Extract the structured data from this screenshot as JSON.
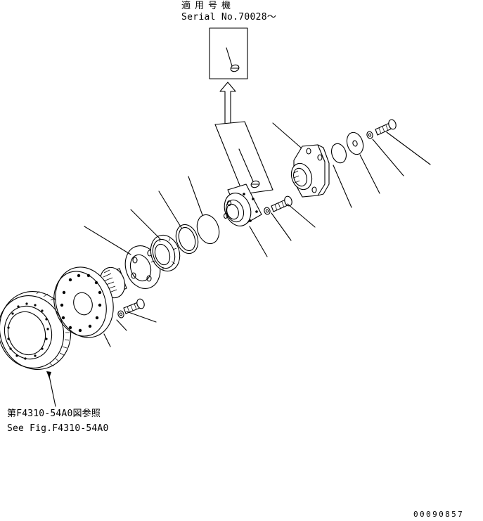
{
  "header": {
    "serial_title": "適用号機",
    "serial_number": "Serial No.70028～"
  },
  "reference": {
    "jp": "第F4310-54A0図参照",
    "en": "See Fig.F4310-54A0"
  },
  "footer": {
    "drawing_code": "00090857"
  }
}
